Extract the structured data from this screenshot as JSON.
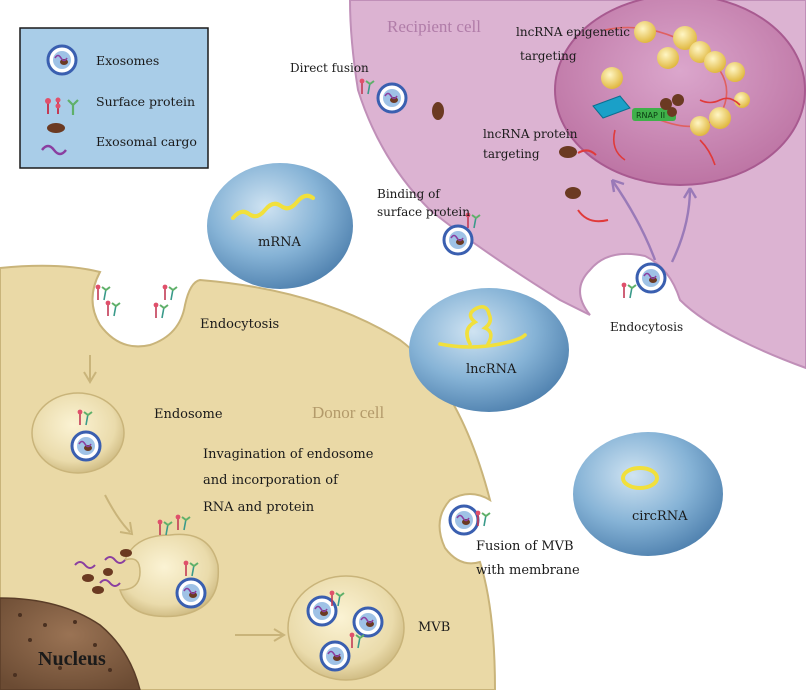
{
  "legend": {
    "exosomes": "Exosomes",
    "surface_protein": "Surface protein",
    "exosomal_cargo": "Exosomal cargo"
  },
  "cells": {
    "recipient": "Recipient cell",
    "donor": "Donor cell",
    "nucleus": "Nucleus"
  },
  "rnas": {
    "mrna": "mRNA",
    "lncrna": "lncRNA",
    "circrna": "circRNA"
  },
  "labels": {
    "direct_fusion": "Direct fusion",
    "binding_1": "Binding of",
    "binding_2": "surface protein",
    "lnc_epi_1": "lncRNA epigenetic",
    "lnc_epi_2": "targeting",
    "lnc_prot_1": "lncRNA protein",
    "lnc_prot_2": "targeting",
    "rnap": "RNAP II",
    "endocytosis_donor": "Endocytosis",
    "endocytosis_recipient": "Endocytosis",
    "endosome": "Endosome",
    "invag_1": "Invagination of endosome",
    "invag_2": "and incorporation of",
    "invag_3": "RNA and protein",
    "fusion_1": "Fusion of MVB",
    "fusion_2": "with membrane",
    "mvb": "MVB"
  },
  "colors": {
    "recipient_fill": "#dcb3d2",
    "recipient_nucleus": "#c97fb0",
    "donor_fill": "#ead9a6",
    "legend_fill": "#a9cde8",
    "rna_bubble": "#6f9fc7",
    "exosome_ring": "#3a5fb0"
  }
}
